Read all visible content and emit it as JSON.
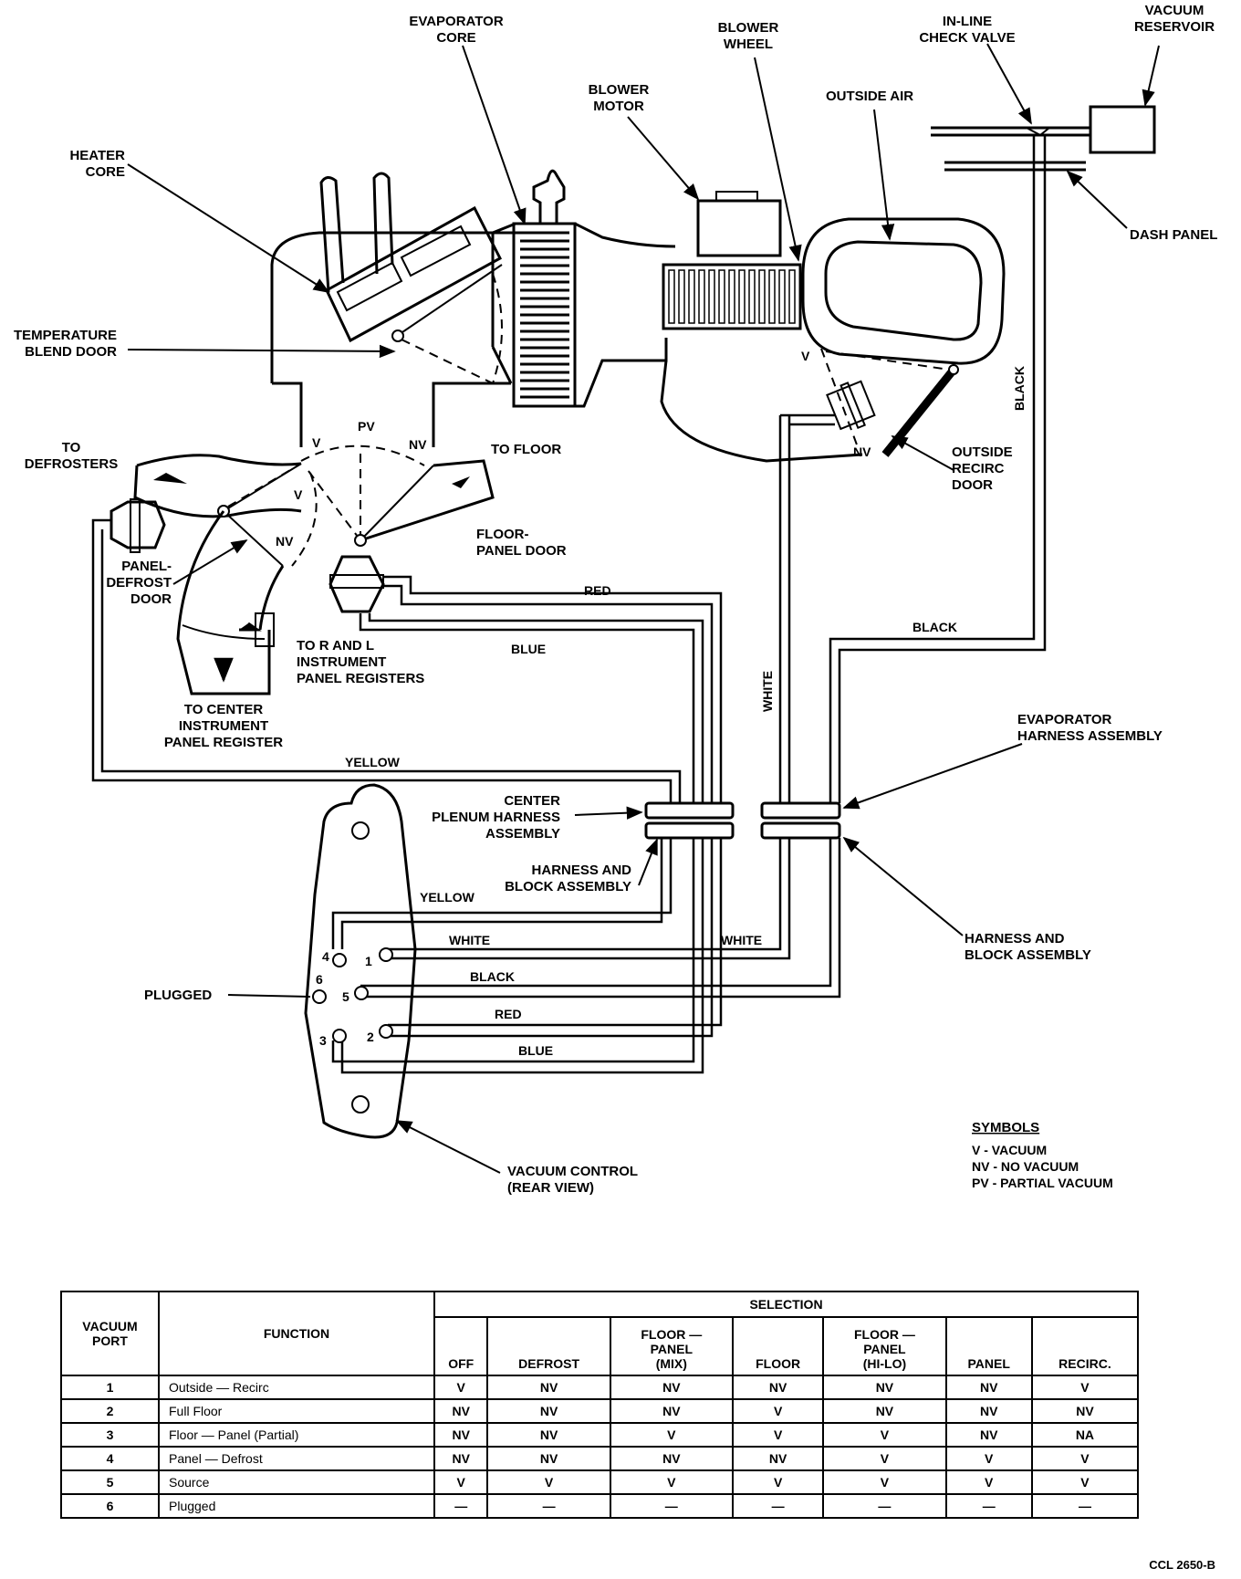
{
  "labels": {
    "evaporator_core": [
      "EVAPORATOR",
      "CORE"
    ],
    "blower_wheel": [
      "BLOWER",
      "WHEEL"
    ],
    "inline_check_valve": [
      "IN-LINE",
      "CHECK VALVE"
    ],
    "vacuum_reservoir": [
      "VACUUM",
      "RESERVOIR"
    ],
    "blower_motor": [
      "BLOWER",
      "MOTOR"
    ],
    "outside_air": "OUTSIDE AIR",
    "heater_core": [
      "HEATER",
      "CORE"
    ],
    "dash_panel": "DASH PANEL",
    "temperature_blend_door": [
      "TEMPERATURE",
      "BLEND DOOR"
    ],
    "to_defrosters": [
      "TO",
      "DEFROSTERS"
    ],
    "to_floor": "TO FLOOR",
    "floor_panel_door": [
      "FLOOR-",
      "PANEL DOOR"
    ],
    "panel_defrost_door": [
      "PANEL-",
      "DEFROST",
      "DOOR"
    ],
    "to_r_and_l": [
      "TO R AND L",
      "INSTRUMENT",
      "PANEL REGISTERS"
    ],
    "to_center": [
      "TO CENTER",
      "INSTRUMENT",
      "PANEL REGISTER"
    ],
    "outside_recirc_door": [
      "OUTSIDE",
      "RECIRC",
      "DOOR"
    ],
    "evaporator_harness": [
      "EVAPORATOR",
      "HARNESS ASSEMBLY"
    ],
    "center_plenum_harness": [
      "CENTER",
      "PLENUM HARNESS",
      "ASSEMBLY"
    ],
    "harness_block_left": [
      "HARNESS AND",
      "BLOCK ASSEMBLY"
    ],
    "harness_block_right": [
      "HARNESS AND",
      "BLOCK ASSEMBLY"
    ],
    "plugged": "PLUGGED",
    "vacuum_control": [
      "VACUUM CONTROL",
      "(REAR VIEW)"
    ],
    "figure_ref": "CCL 2650-B"
  },
  "door_states": {
    "v": "V",
    "nv": "NV",
    "pv": "PV"
  },
  "hose_colors": {
    "red": "RED",
    "blue": "BLUE",
    "yellow": "YELLOW",
    "white": "WHITE",
    "black": "BLACK"
  },
  "ports": [
    "1",
    "2",
    "3",
    "4",
    "5",
    "6"
  ],
  "symbols": {
    "title": "SYMBOLS",
    "items": [
      "V - VACUUM",
      "NV - NO VACUUM",
      "PV - PARTIAL VACUUM"
    ]
  },
  "table": {
    "port_header": [
      "VACUUM",
      "PORT"
    ],
    "function_header": "FUNCTION",
    "selection_header": "SELECTION",
    "columns": [
      [
        "OFF"
      ],
      [
        "DEFROST"
      ],
      [
        "FLOOR —",
        "PANEL",
        "(MIX)"
      ],
      [
        "FLOOR"
      ],
      [
        "FLOOR —",
        "PANEL",
        "(HI-LO)"
      ],
      [
        "PANEL"
      ],
      [
        "RECIRC."
      ]
    ],
    "rows": [
      {
        "port": "1",
        "function": "Outside — Recirc",
        "values": [
          "V",
          "NV",
          "NV",
          "NV",
          "NV",
          "NV",
          "V"
        ]
      },
      {
        "port": "2",
        "function": "Full Floor",
        "values": [
          "NV",
          "NV",
          "NV",
          "V",
          "NV",
          "NV",
          "NV"
        ]
      },
      {
        "port": "3",
        "function": "Floor — Panel (Partial)",
        "values": [
          "NV",
          "NV",
          "V",
          "V",
          "V",
          "NV",
          "NA"
        ]
      },
      {
        "port": "4",
        "function": "Panel — Defrost",
        "values": [
          "NV",
          "NV",
          "NV",
          "NV",
          "V",
          "V",
          "V"
        ]
      },
      {
        "port": "5",
        "function": "Source",
        "values": [
          "V",
          "V",
          "V",
          "V",
          "V",
          "V",
          "V"
        ]
      },
      {
        "port": "6",
        "function": "Plugged",
        "values": [
          "—",
          "—",
          "—",
          "—",
          "—",
          "—",
          "—"
        ]
      }
    ]
  }
}
